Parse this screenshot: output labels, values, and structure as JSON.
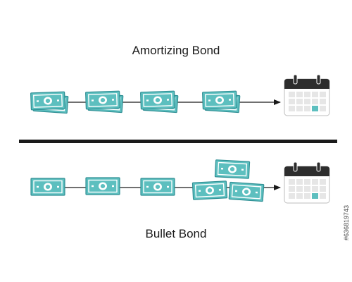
{
  "diagram": {
    "amortizing_title": "Amortizing Bond",
    "bullet_title": "Bullet Bond",
    "colors": {
      "bill_fill": "#5dbfbf",
      "bill_stroke": "#2f8f94",
      "bill_inner": "#ffffff",
      "line": "#1a1a1a",
      "calendar_header": "#2d2d2d",
      "calendar_cell": "#e6e6e6",
      "calendar_highlight": "#5dbfbf"
    },
    "icons": [
      "money-bill-stack-icon",
      "calendar-icon",
      "arrow-icon"
    ]
  },
  "watermark": {
    "stock_id": "#636819743"
  }
}
